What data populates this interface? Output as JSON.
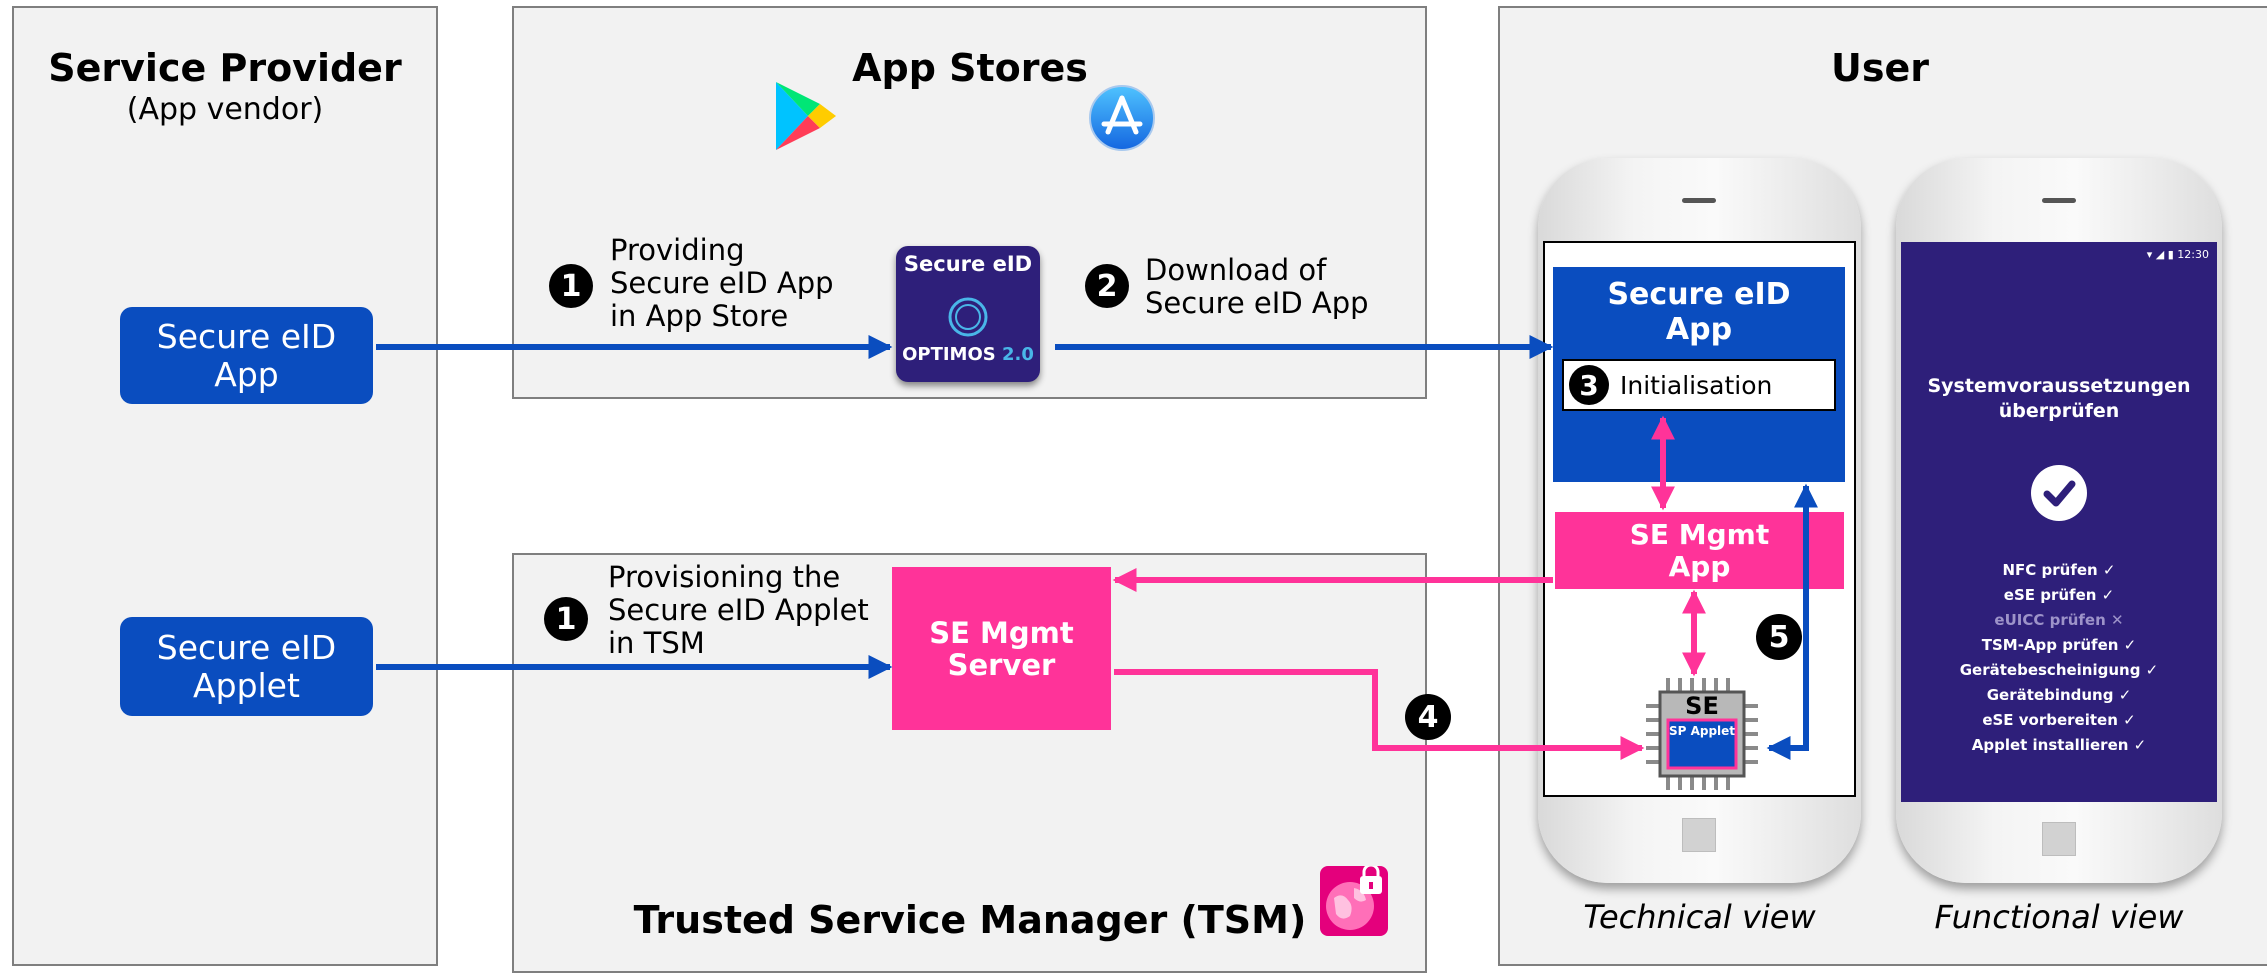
{
  "left_column": {
    "title": "Service Provider",
    "subtitle": "(App vendor)",
    "app_box": "Secure eID\nApp",
    "applet_box": "Secure eID\nApplet"
  },
  "app_stores": {
    "title": "App Stores",
    "step1_number": "1",
    "step1_text": "Providing\nSecure eID App\nin App Store",
    "card_title": "Secure eID",
    "card_brand": "OPTIMOS",
    "card_version": "2.0",
    "step2_number": "2",
    "step2_text": "Download of\nSecure eID App",
    "google_play_icon": "google-play-icon",
    "app_store_icon": "apple-app-store-icon"
  },
  "tsm": {
    "title": "Trusted Service Manager (TSM)",
    "step1_number": "1",
    "step1_text": "Provisioning the\nSecure eID Applet\nin TSM",
    "server_box": "SE Mgmt\nServer",
    "step4_number": "4",
    "icon": "tsm-globe-lock-icon"
  },
  "user": {
    "title": "User",
    "technical": {
      "app_box": "Secure eID\nApp",
      "step3_number": "3",
      "init_label": "Initialisation",
      "se_mgmt_app": "SE Mgmt\nApp",
      "chip_label": "SE",
      "chip_sublabel": "SP Applet",
      "step5_number": "5",
      "view_label": "Technical view"
    },
    "functional": {
      "status_time": "12:30",
      "heading": "Systemvoraussetzungen\nüberprüfen",
      "check_icon": "check-circle-icon",
      "items": [
        {
          "label": "NFC prüfen ✓",
          "dim": false
        },
        {
          "label": "eSE prüfen ✓",
          "dim": false
        },
        {
          "label": "eUICC prüfen ✕",
          "dim": true
        },
        {
          "label": "TSM-App prüfen ✓",
          "dim": false
        },
        {
          "label": "Gerätebescheinigung ✓",
          "dim": false
        },
        {
          "label": "Gerätebindung ✓",
          "dim": false
        },
        {
          "label": "eSE vorbereiten ✓",
          "dim": false
        },
        {
          "label": "Applet installieren ✓",
          "dim": false
        }
      ],
      "view_label": "Functional view"
    }
  },
  "colors": {
    "blue": "#0a4dbf",
    "pink": "#ff3399",
    "purple": "#2e1f7a",
    "panel": "#f2f2f2"
  }
}
